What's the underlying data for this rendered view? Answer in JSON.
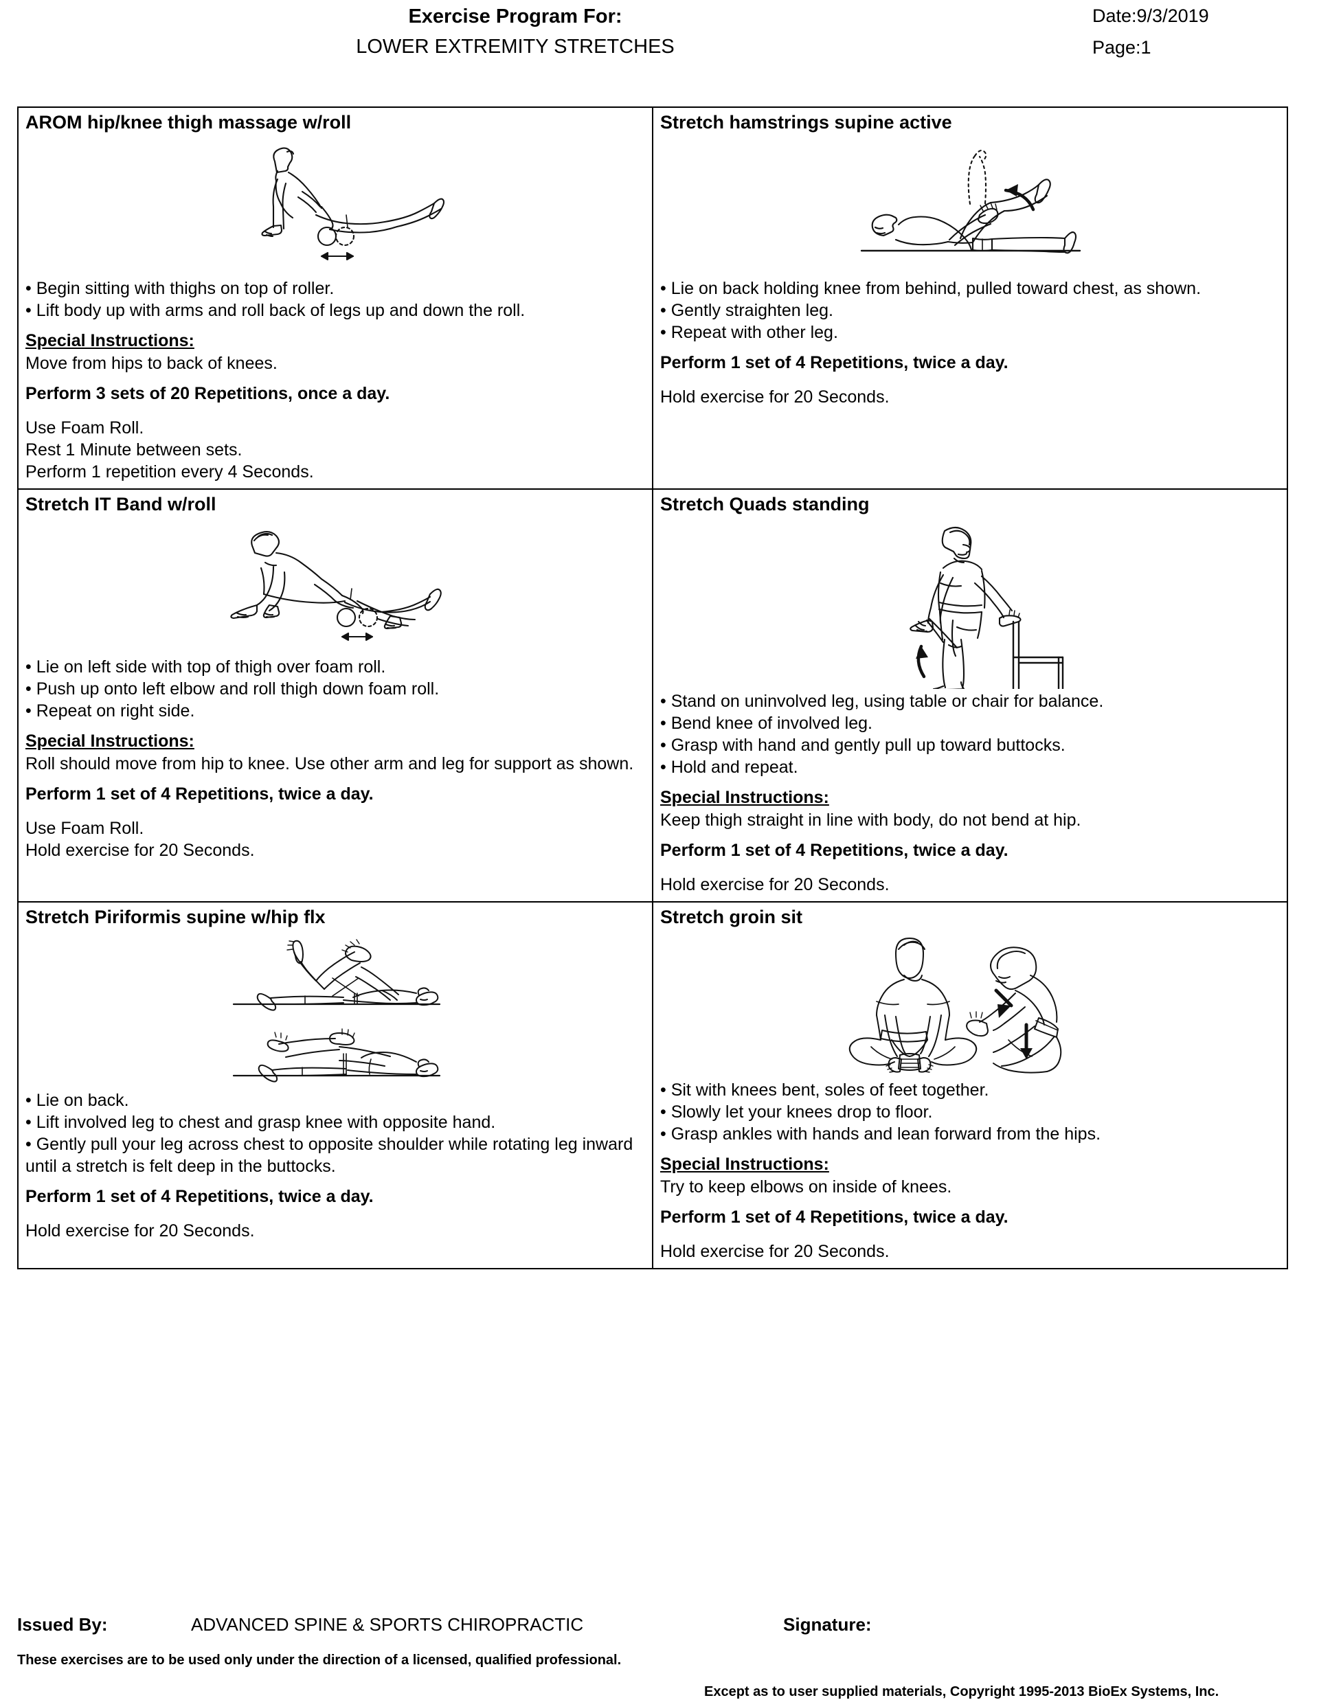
{
  "header": {
    "title_line1": "Exercise Program For:",
    "title_line2": "LOWER EXTREMITY STRETCHES",
    "date_label": "Date:9/3/2019",
    "page_label": "Page:1"
  },
  "labels": {
    "special_instructions": "Special Instructions:"
  },
  "exercises": [
    {
      "title": "AROM hip/knee thigh massage w/roll",
      "figure": "person-sitting-thighs-on-foam-roller",
      "bullets": [
        "• Begin sitting with thighs on top of roller.",
        "• Lift body up with arms and roll back of legs up and down the roll."
      ],
      "special_instructions": "Move from hips to back of knees.",
      "perform": "Perform 3 sets of 20 Repetitions, once a day.",
      "extras": [
        "Use Foam Roll.",
        "Rest 1 Minute between sets.",
        "Perform 1 repetition every 4 Seconds."
      ]
    },
    {
      "title": "Stretch hamstrings supine active",
      "figure": "person-supine-holding-knee-leg-raise",
      "bullets": [
        "• Lie on back holding knee from behind, pulled toward chest, as shown.",
        "• Gently straighten leg.",
        "• Repeat with other leg."
      ],
      "special_instructions": "",
      "perform": "Perform 1 set of 4 Repetitions, twice a day.",
      "extras": [
        "Hold exercise for 20 Seconds."
      ]
    },
    {
      "title": "Stretch IT Band w/roll",
      "figure": "person-side-lying-thigh-on-foam-roller",
      "bullets": [
        "• Lie on left side with top of thigh over foam roll.",
        "• Push up onto left elbow and roll thigh down foam roll.",
        "• Repeat on right side."
      ],
      "special_instructions": "Roll should move from hip to knee. Use other arm and leg for support as shown.",
      "perform": "Perform 1 set of 4 Repetitions, twice a day.",
      "extras": [
        "Use Foam Roll.",
        "Hold exercise for 20 Seconds."
      ]
    },
    {
      "title": "Stretch Quads standing",
      "figure": "person-standing-quad-stretch-with-chair",
      "bullets": [
        "• Stand on uninvolved leg, using table or chair for balance.",
        "• Bend knee of involved leg.",
        "• Grasp with hand and gently pull up toward buttocks.",
        "• Hold and repeat."
      ],
      "special_instructions": "Keep thigh straight in line with body, do not bend at hip.",
      "perform": "Perform 1 set of 4 Repetitions, twice a day.",
      "extras": [
        "Hold exercise for 20 Seconds."
      ]
    },
    {
      "title": "Stretch Piriformis supine w/hip flx",
      "figure": "two-supine-figures-piriformis-stretch",
      "bullets": [
        "• Lie on back.",
        "• Lift involved leg to chest and grasp knee with opposite hand.",
        "• Gently pull your leg across chest to opposite shoulder while rotating leg inward until a stretch is felt deep in the buttocks."
      ],
      "special_instructions": "",
      "perform": "Perform 1 set of 4 Repetitions, twice a day.",
      "extras": [
        "Hold exercise for 20 Seconds."
      ]
    },
    {
      "title": "Stretch groin sit",
      "figure": "two-seated-figures-groin-butterfly-stretch",
      "bullets": [
        "• Sit with knees bent, soles of feet together.",
        "• Slowly let your knees drop to floor.",
        "• Grasp ankles with hands and lean forward from the hips."
      ],
      "special_instructions": "Try to keep elbows on inside of knees.",
      "perform": "Perform 1 set of 4 Repetitions, twice a day.",
      "extras": [
        "Hold exercise for 20 Seconds."
      ]
    }
  ],
  "footer": {
    "issued_by_label": "Issued By:",
    "clinic_name": "ADVANCED SPINE & SPORTS CHIROPRACTIC",
    "signature_label": "Signature:",
    "disclaimer": "These exercises are to be used only under the direction of a licensed, qualified professional.",
    "copyright": "Except as to user supplied materials, Copyright 1995-2013 BioEx Systems, Inc."
  },
  "colors": {
    "ink": "#000000",
    "paper": "#ffffff",
    "border": "#000000"
  }
}
